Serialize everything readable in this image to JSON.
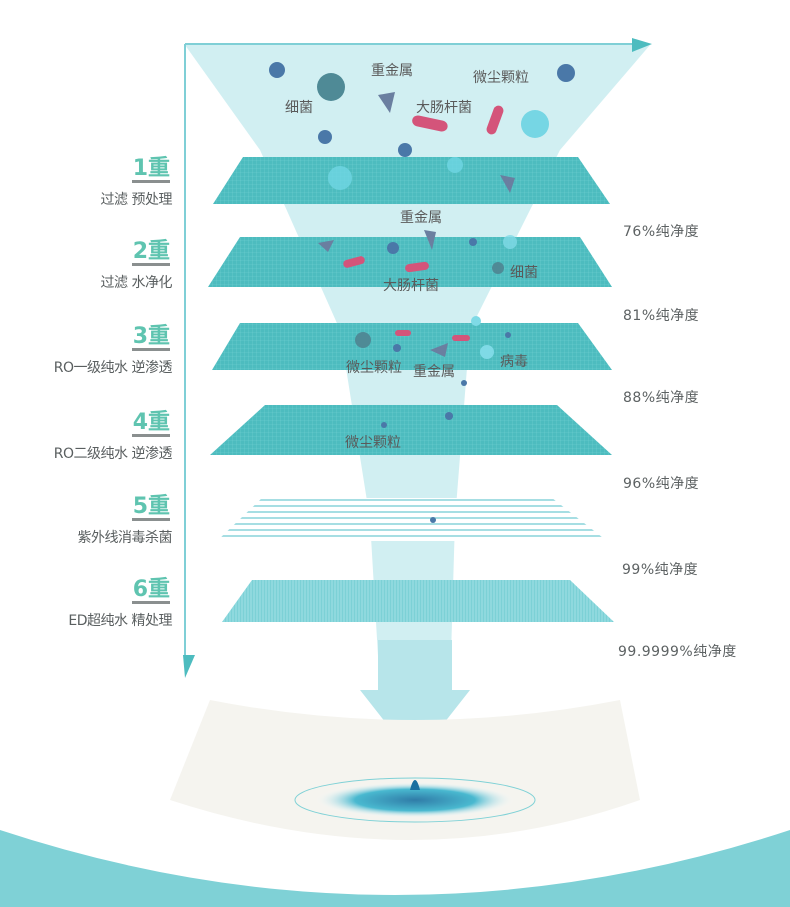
{
  "stages": [
    {
      "num": "1重",
      "desc": "过滤 预处理",
      "purity": "76%纯净度"
    },
    {
      "num": "2重",
      "desc": "过滤 水净化",
      "purity": "81%纯净度"
    },
    {
      "num": "3重",
      "desc": "RO一级纯水 逆渗透",
      "purity": "88%纯净度"
    },
    {
      "num": "4重",
      "desc": "RO二级纯水 逆渗透",
      "purity": "96%纯净度"
    },
    {
      "num": "5重",
      "desc": "紫外线消毒杀菌",
      "purity": "99%纯净度"
    },
    {
      "num": "6重",
      "desc": "ED超纯水 精处理",
      "purity": "99.9999%纯净度"
    }
  ],
  "contaminants": {
    "top": {
      "heavy_metal": "重金属",
      "bacteria": "细菌",
      "dust": "微尘颗粒",
      "ecoli": "大肠杆菌"
    },
    "layer2": {
      "heavy_metal": "重金属",
      "ecoli": "大肠杆菌",
      "bacteria": "细菌"
    },
    "layer3": {
      "dust": "微尘颗粒",
      "heavy_metal": "重金属",
      "virus": "病毒"
    },
    "layer4": {
      "dust": "微尘颗粒"
    }
  },
  "colors": {
    "accent": "#5fc4b0",
    "filter_teal": "#4dbcbf",
    "funnel": "#c9ecf0",
    "bottom_arc": "#7fd1d6"
  }
}
